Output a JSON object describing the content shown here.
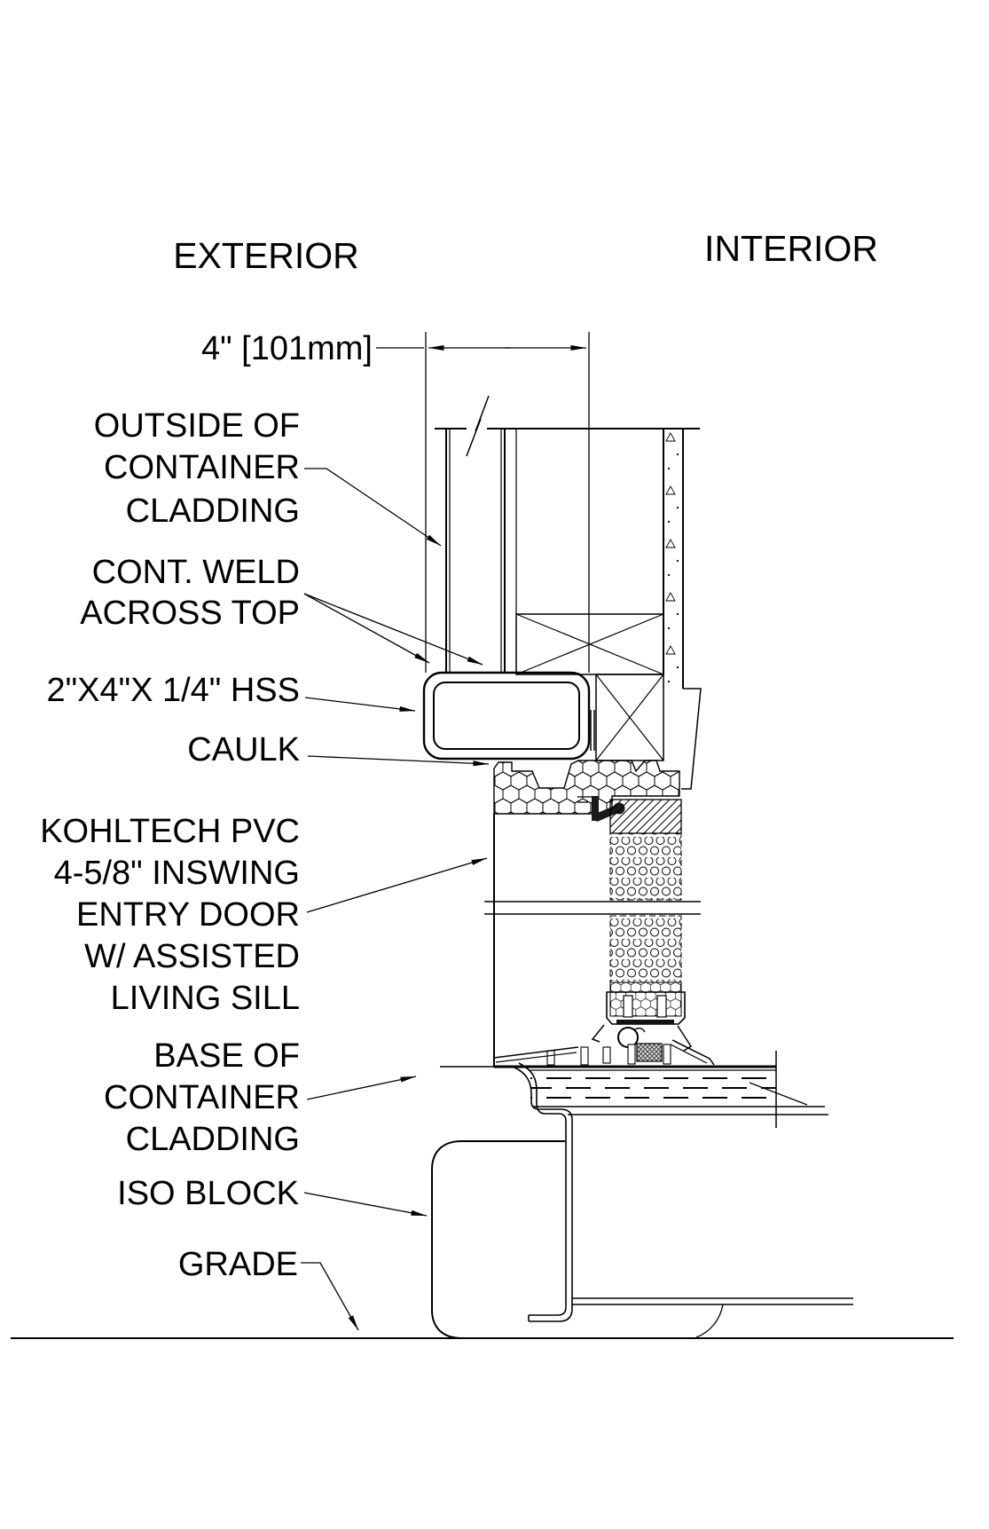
{
  "zones": {
    "exterior": "EXTERIOR",
    "interior": "INTERIOR"
  },
  "dimension": {
    "width_label": "4\" [101mm]"
  },
  "callouts": {
    "outside_cladding": {
      "line1": "OUTSIDE OF",
      "line2": "CONTAINER",
      "line3": "CLADDING"
    },
    "cont_weld": {
      "line1": "CONT. WELD",
      "line2": "ACROSS TOP"
    },
    "hss": {
      "line1": "2\"X4\"X 1/4\" HSS"
    },
    "caulk": {
      "line1": "CAULK"
    },
    "entry_door": {
      "line1": "KOHLTECH PVC",
      "line2": "4-5/8\" INSWING",
      "line3": "ENTRY DOOR",
      "line4": "W/ ASSISTED",
      "line5": "LIVING SILL"
    },
    "base_cladding": {
      "line1": "BASE OF",
      "line2": "CONTAINER",
      "line3": "CLADDING"
    },
    "iso_block": {
      "line1": "ISO BLOCK"
    },
    "grade": {
      "line1": "GRADE"
    }
  },
  "colors": {
    "line": "#000000",
    "background": "#ffffff",
    "flashing_fill": "#1a1a1a"
  }
}
